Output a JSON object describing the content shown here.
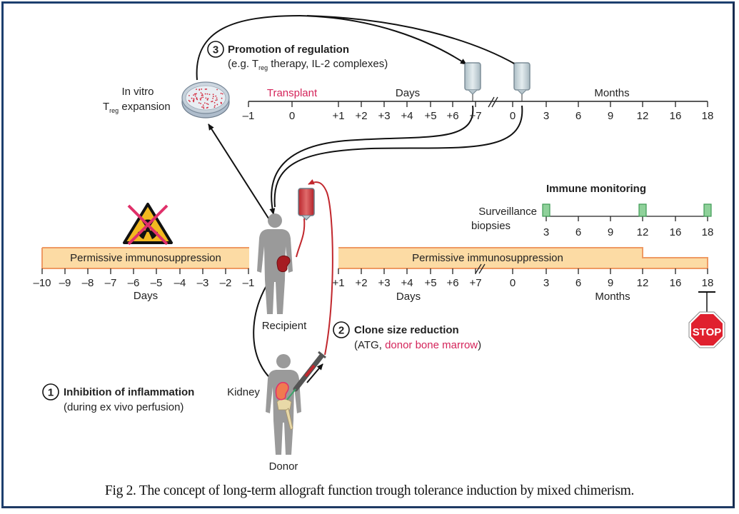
{
  "caption": "Fig 2. The concept of long-term allograft function trough tolerance induction by mixed chimerism.",
  "step3": {
    "number": "3",
    "title": "Promotion of regulation",
    "sub_prefix": "(e.g. T",
    "sub_subscript": "reg",
    "sub_suffix": " therapy, IL-2 complexes)"
  },
  "in_vitro": {
    "line1": "In vitro",
    "line2_T": "T",
    "line2_sub": "reg",
    "line2_rest": " expansion"
  },
  "top_timeline": {
    "transplant_label": "Transplant",
    "days_label": "Days",
    "months_label": "Months",
    "day_ticks": [
      "–1",
      "0",
      "+1",
      "+2",
      "+3",
      "+4",
      "+5",
      "+6",
      "+7"
    ],
    "month_ticks": [
      "0",
      "3",
      "6",
      "9",
      "12",
      "16",
      "18"
    ]
  },
  "immune_monitoring": {
    "title": "Immune monitoring",
    "label_line1": "Surveillance",
    "label_line2": "biopsies",
    "ticks": [
      "3",
      "6",
      "9",
      "12",
      "16",
      "18"
    ],
    "biopsy_months": [
      "3",
      "12",
      "18"
    ],
    "biopsy_color": "#8fd19a"
  },
  "left_timeline": {
    "bar_label": "Permissive immunosuppression",
    "ticks": [
      "–10",
      "–9",
      "–8",
      "–7",
      "–6",
      "–5",
      "–4",
      "–3",
      "–2",
      "–1"
    ],
    "axis_label": "Days"
  },
  "right_timeline": {
    "bar_label": "Permissive immunosuppression",
    "day_ticks": [
      "+1",
      "+2",
      "+3",
      "+4",
      "+5",
      "+6",
      "+7"
    ],
    "month_ticks": [
      "0",
      "3",
      "6",
      "9",
      "12",
      "16",
      "18"
    ],
    "days_label": "Days",
    "months_label": "Months"
  },
  "figures": {
    "recipient_label": "Recipient",
    "donor_label": "Donor",
    "kidney_label": "Kidney"
  },
  "step1": {
    "number": "1",
    "title": "Inhibition of inflammation",
    "sub": "(during ex vivo perfusion)"
  },
  "step2": {
    "number": "2",
    "title": "Clone size reduction",
    "sub_prefix": "(ATG, ",
    "sub_highlight": "donor bone marrow",
    "sub_suffix": ")"
  },
  "stop_sign": {
    "text": "STOP",
    "color": "#e0202e"
  },
  "colors": {
    "bar_fill": "#fcdba4",
    "bar_stroke": "#ef9a63",
    "accent_pink": "#d4245a",
    "blood_red": "#c1272d",
    "frame": "#1d3f6e"
  }
}
